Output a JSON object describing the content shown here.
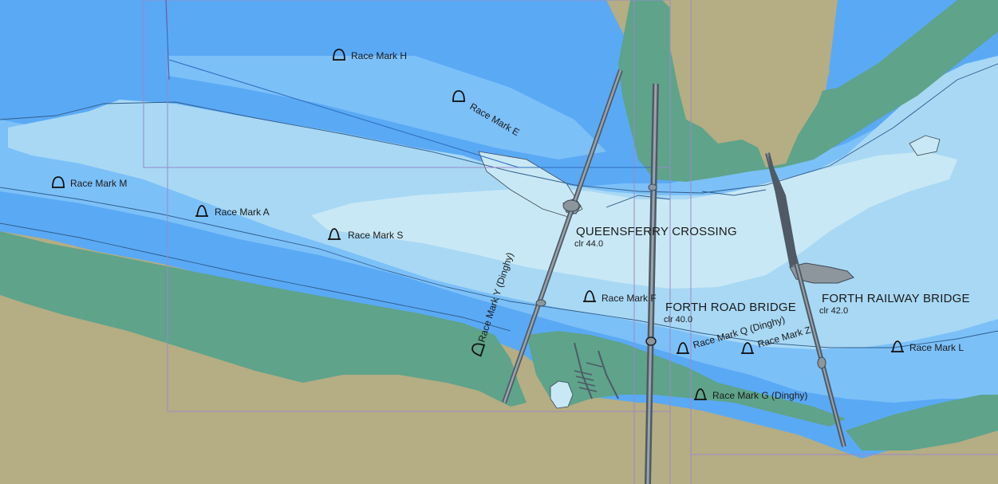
{
  "colors": {
    "land": "#b5ad84",
    "intertidal": "#5ea38a",
    "deep_water": "#5aa9f5",
    "medium_water": "#7cc0f8",
    "shallow_water": "#a8d8f4",
    "very_shallow_water": "#c9e8f5",
    "bridge_outline": "#4f5a66",
    "chart_limit": "#9a8ac8"
  },
  "bridges": {
    "queensferry": {
      "name": "QUEENSFERRY CROSSING",
      "clearance": "clr 44.0"
    },
    "forth_road": {
      "name": "FORTH ROAD BRIDGE",
      "clearance": "clr 40.0"
    },
    "forth_railway": {
      "name": "FORTH RAILWAY BRIDGE",
      "clearance": "clr 42.0"
    }
  },
  "race_marks": {
    "h": {
      "label": "Race Mark H",
      "icon": "bell-buoy-icon"
    },
    "e": {
      "label": "Race Mark E",
      "icon": "bell-buoy-icon"
    },
    "m": {
      "label": "Race Mark M",
      "icon": "bell-buoy-icon"
    },
    "a": {
      "label": "Race Mark A",
      "icon": "bell-buoy-icon"
    },
    "s": {
      "label": "Race Mark S",
      "icon": "bell-buoy-icon"
    },
    "y": {
      "label": "Race Mark Y (Dinghy)",
      "icon": "bell-buoy-icon"
    },
    "f": {
      "label": "Race Mark F",
      "icon": "bell-buoy-icon"
    },
    "q": {
      "label": "Race Mark Q (Dinghy)",
      "icon": "bell-buoy-icon"
    },
    "z": {
      "label": "Race Mark Z",
      "icon": "bell-buoy-icon"
    },
    "l": {
      "label": "Race Mark L",
      "icon": "bell-buoy-icon"
    },
    "g": {
      "label": "Race Mark G (Dinghy)",
      "icon": "bell-buoy-icon"
    }
  }
}
